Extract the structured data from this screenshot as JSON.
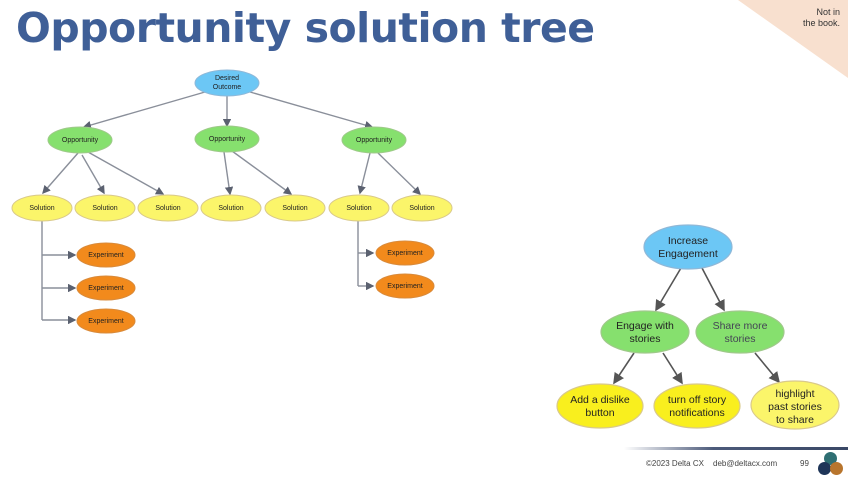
{
  "title": "Opportunity solution tree",
  "corner_note": "Not in\nthe book.",
  "generic_tree": {
    "root": "Desired Outcome",
    "opportunities": [
      "Opportunity",
      "Opportunity",
      "Opportunity"
    ],
    "solutions": [
      "Solution",
      "Solution",
      "Solution",
      "Solution",
      "Solution",
      "Solution",
      "Solution"
    ],
    "experiments": [
      "Experiment",
      "Experiment",
      "Experiment",
      "Experiment",
      "Experiment"
    ]
  },
  "example_tree": {
    "root": "Increase Engagement",
    "opportunities": [
      "Engage with stories",
      "Share more stories"
    ],
    "solutions": [
      "Add a dislike button",
      "turn off story notifications",
      "highlight past stories to share"
    ]
  },
  "colors": {
    "outcome": "#6cc7f5",
    "opportunity": "#86e06e",
    "solution": "#fbf56a",
    "solution_bright": "#f9ef1e",
    "experiment": "#f28a1c",
    "title": "#3f5f97"
  },
  "footer": {
    "copyright": "©2023 Delta CX",
    "email": "deb@deltacx.com",
    "page": "99"
  }
}
